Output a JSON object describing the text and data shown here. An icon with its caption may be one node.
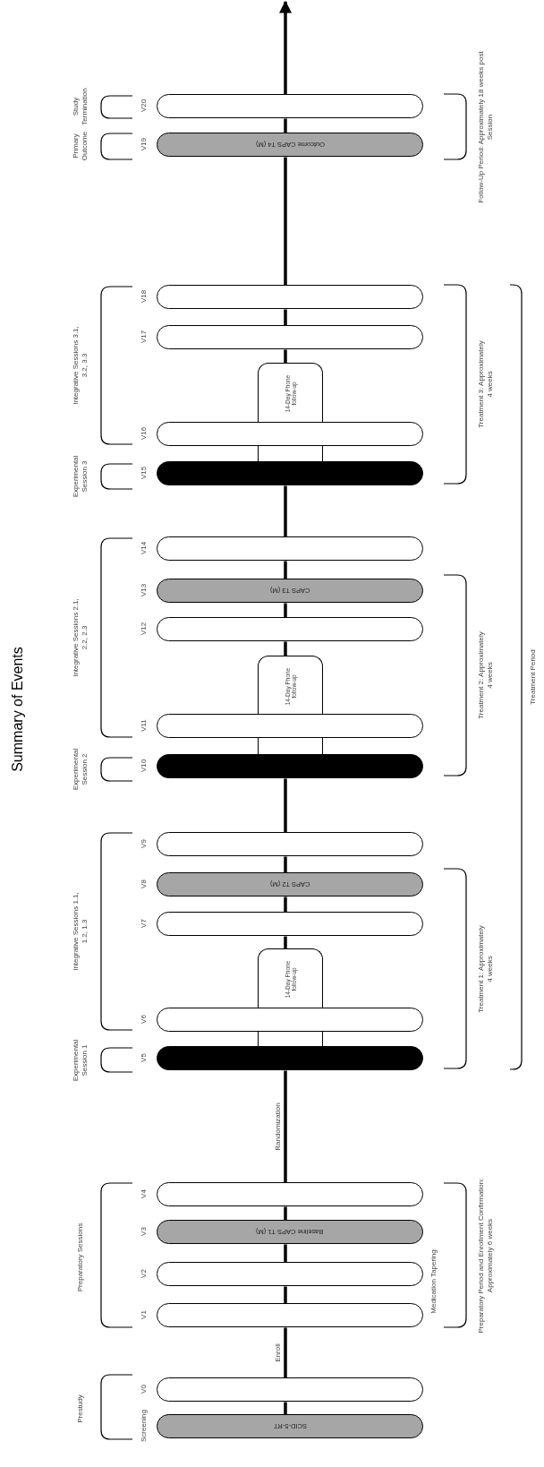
{
  "diagram": {
    "title": "Summary of Events",
    "nodes": [
      {
        "text": [
          "SCID-5-RT"
        ],
        "beside": [
          "Screening"
        ]
      },
      {
        "text": [],
        "shape": "bar",
        "beside": [
          "V0"
        ]
      },
      {
        "text": [],
        "shape": "bar",
        "beside": [
          "V1"
        ]
      },
      {
        "text": [],
        "shape": "bar",
        "beside": [
          "V2"
        ]
      },
      {
        "text": [
          "Baseline CAPS T1 (M)"
        ],
        "beside": [
          "V3"
        ]
      },
      {
        "text": [],
        "shape": "bar",
        "beside": [
          "V4"
        ]
      },
      {
        "text": [],
        "shape": "bar",
        "beside": [
          "V5"
        ]
      },
      {
        "text": [],
        "shape": "bar",
        "beside": [
          "V6"
        ]
      },
      {
        "text": [
          "14-Day Phone follow-up"
        ]
      },
      {
        "text": [],
        "shape": "bar",
        "beside": [
          "V7"
        ]
      },
      {
        "text": [
          "CAPS T2 (M)"
        ],
        "beside": [
          "V8"
        ]
      },
      {
        "text": [],
        "shape": "bar",
        "beside": [
          "V9"
        ]
      },
      {
        "text": [],
        "shape": "bar",
        "beside": [
          "V10"
        ]
      },
      {
        "text": [],
        "shape": "bar",
        "beside": [
          "V11"
        ]
      },
      {
        "text": [
          "14-Day Phone follow-up"
        ]
      },
      {
        "text": [],
        "shape": "bar",
        "beside": [
          "V12"
        ]
      },
      {
        "text": [
          "CAPS T3 (M)"
        ],
        "beside": [
          "V13"
        ]
      },
      {
        "text": [],
        "shape": "bar",
        "beside": [
          "V14"
        ]
      },
      {
        "text": [],
        "shape": "bar",
        "beside": [
          "V15"
        ]
      },
      {
        "text": [],
        "shape": "bar",
        "beside": [
          "V16"
        ]
      },
      {
        "text": [
          "14-Day Phone follow-up"
        ]
      },
      {
        "text": [],
        "shape": "bar",
        "beside": [
          "V17"
        ]
      },
      {
        "text": [],
        "shape": "bar",
        "beside": [
          "V18"
        ]
      },
      {
        "text": [
          "Outcome CAPS T4 (M)"
        ],
        "beside": [
          "V19"
        ]
      },
      {
        "text": [],
        "shape": "bar",
        "beside": [
          "V20"
        ]
      }
    ],
    "edges": [
      {
        "from": 0,
        "to": 1,
        "arrow": "none"
      },
      {
        "from": 1,
        "to": 2,
        "arrow": "none",
        "label": "Enroll"
      },
      {
        "from": 2,
        "to": 3,
        "arrow": "none"
      },
      {
        "from": 3,
        "to": 4,
        "arrow": "none"
      },
      {
        "from": 4,
        "to": 5,
        "arrow": "none"
      },
      {
        "from": 5,
        "to": 6,
        "arrow": "none",
        "label": "Randomization"
      },
      {
        "from": 8,
        "to": 9,
        "arrow": "none"
      },
      {
        "from": 9,
        "to": 10,
        "arrow": "none"
      },
      {
        "from": 10,
        "to": 11,
        "arrow": "none"
      },
      {
        "from": 11,
        "to": 12,
        "arrow": "none"
      },
      {
        "from": 14,
        "to": 15,
        "arrow": "none"
      },
      {
        "from": 15,
        "to": 16,
        "arrow": "none"
      },
      {
        "from": 16,
        "to": 17,
        "arrow": "none"
      },
      {
        "from": 17,
        "to": 18,
        "arrow": "none"
      },
      {
        "from": 20,
        "to": 21,
        "arrow": "none"
      },
      {
        "from": 21,
        "to": 22,
        "arrow": "none"
      },
      {
        "from": 22,
        "to": 23,
        "arrow": "none"
      },
      {
        "from": 23,
        "to": 24,
        "arrow": "none"
      },
      {
        "from": 24,
        "to": null,
        "arrow": "to"
      }
    ],
    "labels": [
      "Prestudy",
      "Preparatory Sessions",
      "Experimental Session 1",
      "Integrative Sessions 1.1, 1.2, 1.3",
      "Experimental Session 2",
      "Integrative Sessions 2.1, 2.2, 2.3",
      "Experimental Session 3",
      "Integrative Sessions 3.1, 3.2, 3.3",
      "Primary Outcome",
      "Study Termination",
      "Medication Tapering",
      "Preparatory Period and Enrollment Confirmation: Approximately 6 weeks",
      "Treatment 1: Approximately 4 weeks",
      "Treatment 2: Approximately 4 weeks",
      "Treatment 3: Approximately 4 weeks",
      "Follow-Up Period: Approximately 18 weeks post Session",
      "Treatment Period"
    ]
  }
}
